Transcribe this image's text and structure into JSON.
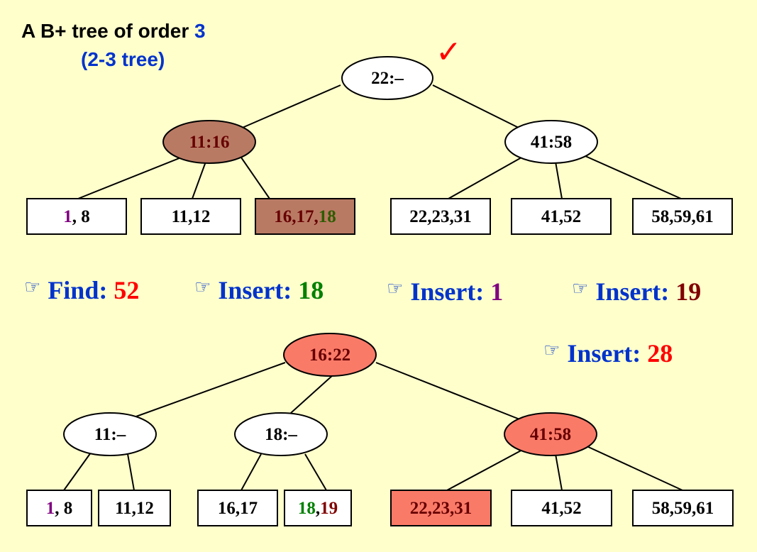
{
  "title": {
    "prefix": "A B+ tree of order ",
    "order": "3",
    "subtitle": "(2-3 tree)"
  },
  "colors": {
    "background": "#ffffcc",
    "blue": "#0033cc",
    "red": "#ff0000",
    "green": "#008000",
    "purple": "#800080",
    "dark_red": "#800000",
    "brown_fill": "#b97a64",
    "salmon_fill": "#fa7a68"
  },
  "icons": {
    "check": "check-mark-icon",
    "pointer": "pointing-hand-icon"
  },
  "operations": [
    {
      "label": "Find: ",
      "value": "52",
      "value_color": "#ff0000"
    },
    {
      "label": "Insert: ",
      "value": "18",
      "value_color": "#008000"
    },
    {
      "label": "Insert: ",
      "value": "1",
      "value_color": "#800080"
    },
    {
      "label": "Insert: ",
      "value": "19",
      "value_color": "#800000"
    },
    {
      "label": "Insert: ",
      "value": "28",
      "value_color": "#ff0000"
    }
  ],
  "tree_before": {
    "root": {
      "text": "22:–"
    },
    "internal": [
      {
        "text": "11:16",
        "highlight": "brown"
      },
      {
        "text": "41:58"
      }
    ],
    "leaves": [
      {
        "parts": [
          {
            "t": "1",
            "c": "#800080"
          },
          {
            "t": ", 8"
          }
        ]
      },
      {
        "parts": [
          {
            "t": "11,12"
          }
        ]
      },
      {
        "parts": [
          {
            "t": "16,17,"
          },
          {
            "t": "18",
            "c": "#2e5c00"
          }
        ],
        "highlight": "brown"
      },
      {
        "parts": [
          {
            "t": "22,23,31"
          }
        ]
      },
      {
        "parts": [
          {
            "t": "41,52"
          }
        ]
      },
      {
        "parts": [
          {
            "t": "58,59,61"
          }
        ]
      }
    ]
  },
  "tree_after": {
    "root": {
      "text": "16:22",
      "highlight": "salmon"
    },
    "internal": [
      {
        "text": "11:–"
      },
      {
        "text": "18:–"
      },
      {
        "text": "41:58",
        "highlight": "salmon"
      }
    ],
    "leaves": [
      {
        "parts": [
          {
            "t": "1",
            "c": "#800080"
          },
          {
            "t": ", 8"
          }
        ]
      },
      {
        "parts": [
          {
            "t": "11,12"
          }
        ]
      },
      {
        "parts": [
          {
            "t": "16,17"
          }
        ]
      },
      {
        "parts": [
          {
            "t": "18",
            "c": "#008000"
          },
          {
            "t": ",",
            "c": "#000000"
          },
          {
            "t": "19",
            "c": "#800000"
          }
        ]
      },
      {
        "parts": [
          {
            "t": "22,23,31"
          }
        ],
        "highlight": "salmon"
      },
      {
        "parts": [
          {
            "t": "41,52"
          }
        ]
      },
      {
        "parts": [
          {
            "t": "58,59,61"
          }
        ]
      }
    ]
  }
}
